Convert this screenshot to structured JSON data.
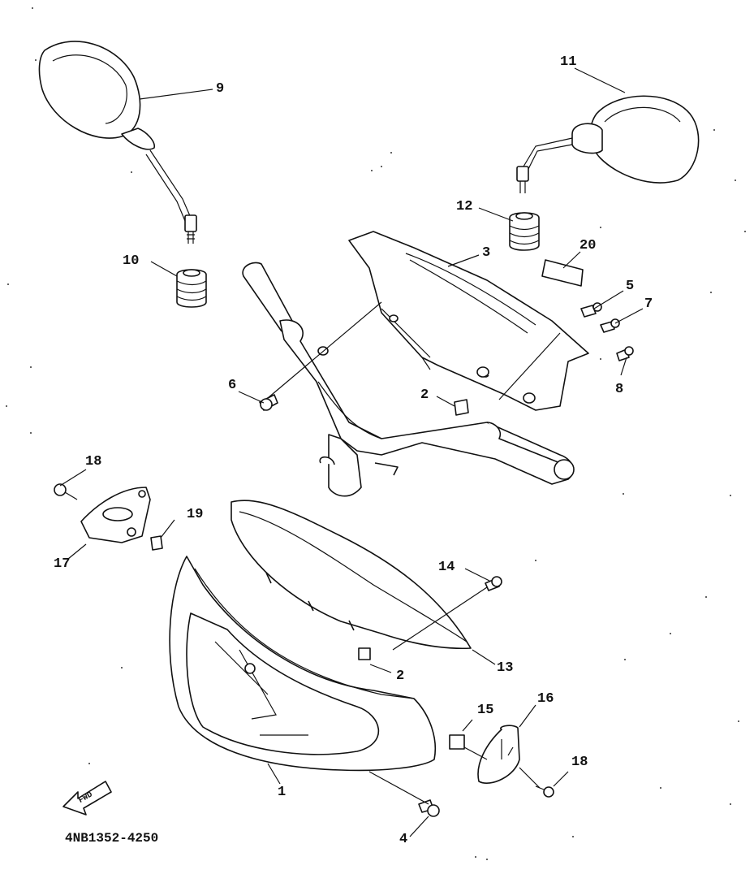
{
  "callouts": [
    {
      "id": "c1",
      "text": "1"
    },
    {
      "id": "c2a",
      "text": "2"
    },
    {
      "id": "c2b",
      "text": "2"
    },
    {
      "id": "c3",
      "text": "3"
    },
    {
      "id": "c4",
      "text": "4"
    },
    {
      "id": "c5",
      "text": "5"
    },
    {
      "id": "c6",
      "text": "6"
    },
    {
      "id": "c7",
      "text": "7"
    },
    {
      "id": "c8",
      "text": "8"
    },
    {
      "id": "c9",
      "text": "9"
    },
    {
      "id": "c10",
      "text": "10"
    },
    {
      "id": "c11",
      "text": "11"
    },
    {
      "id": "c12",
      "text": "12"
    },
    {
      "id": "c13",
      "text": "13"
    },
    {
      "id": "c14",
      "text": "14"
    },
    {
      "id": "c15",
      "text": "15"
    },
    {
      "id": "c16",
      "text": "16"
    },
    {
      "id": "c17",
      "text": "17"
    },
    {
      "id": "c18a",
      "text": "18"
    },
    {
      "id": "c18b",
      "text": "18"
    },
    {
      "id": "c19",
      "text": "19"
    },
    {
      "id": "c20",
      "text": "20"
    }
  ],
  "fwd_label": "FWD",
  "diagram_code": "4NB1352-4250"
}
